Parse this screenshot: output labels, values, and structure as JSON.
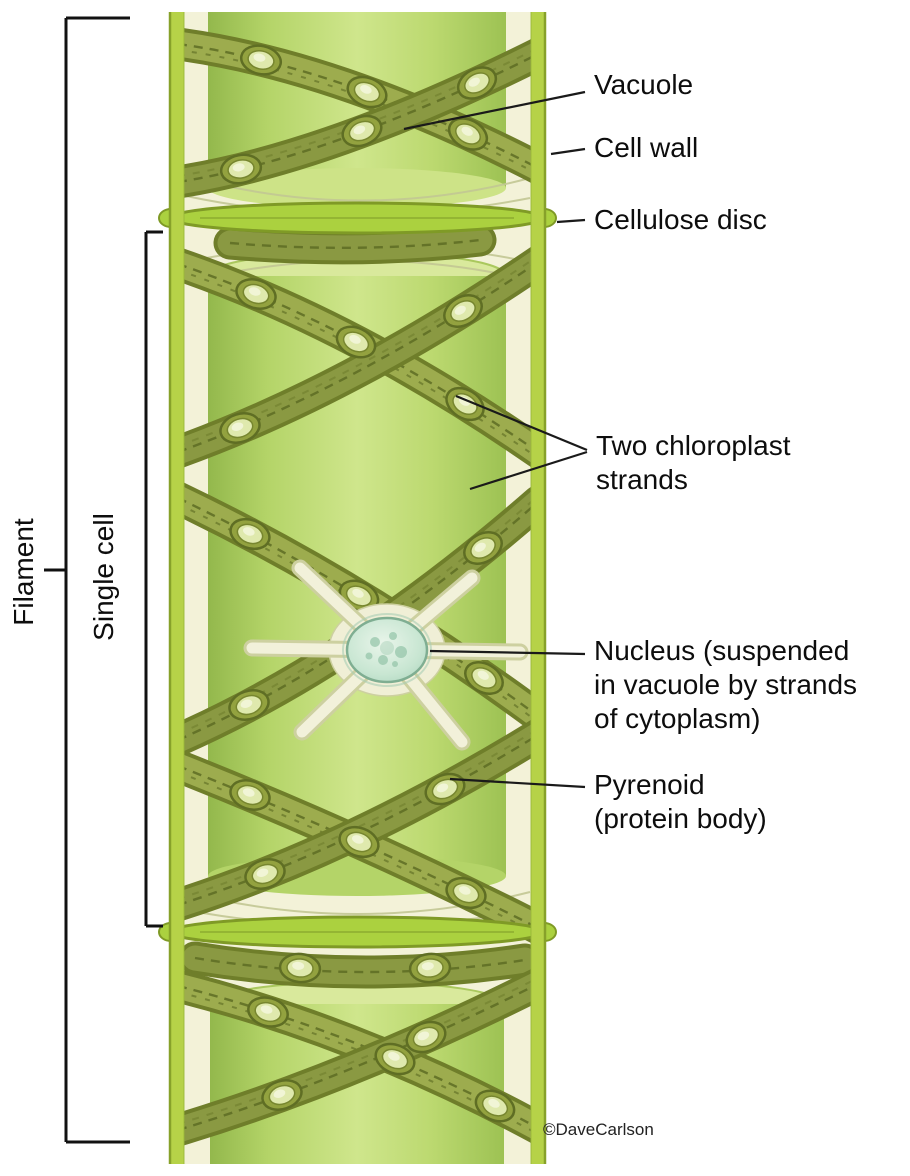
{
  "labels": {
    "vacuole": "Vacuole",
    "cell_wall": "Cell wall",
    "cellulose_disc": "Cellulose disc",
    "two_chloroplast_strands": [
      "Two chloroplast",
      "strands"
    ],
    "nucleus": [
      "Nucleus (suspended",
      "in vacuole by strands",
      "of cytoplasm)"
    ],
    "pyrenoid": [
      "Pyrenoid",
      "(protein body)"
    ],
    "filament": "Filament",
    "single_cell": "Single cell"
  },
  "credit": "©DaveCarlson",
  "colors": {
    "background": "#ffffff",
    "cell_wall": "#b6d248",
    "cell_wall_edge": "#87a12a",
    "cell_interior": "#f3f2d8",
    "vacuole_green": "#cfe68c",
    "chloroplast_olive": "#9dac4e",
    "chloroplast_outline": "#6f7e2a",
    "pyrenoid_light": "#dfe9ad",
    "cellulose_disc": "#abd13f",
    "nucleus_teal": "#c8e6d2",
    "label_text": "#0d0d0d",
    "pointer_line": "#1a1a1a"
  }
}
